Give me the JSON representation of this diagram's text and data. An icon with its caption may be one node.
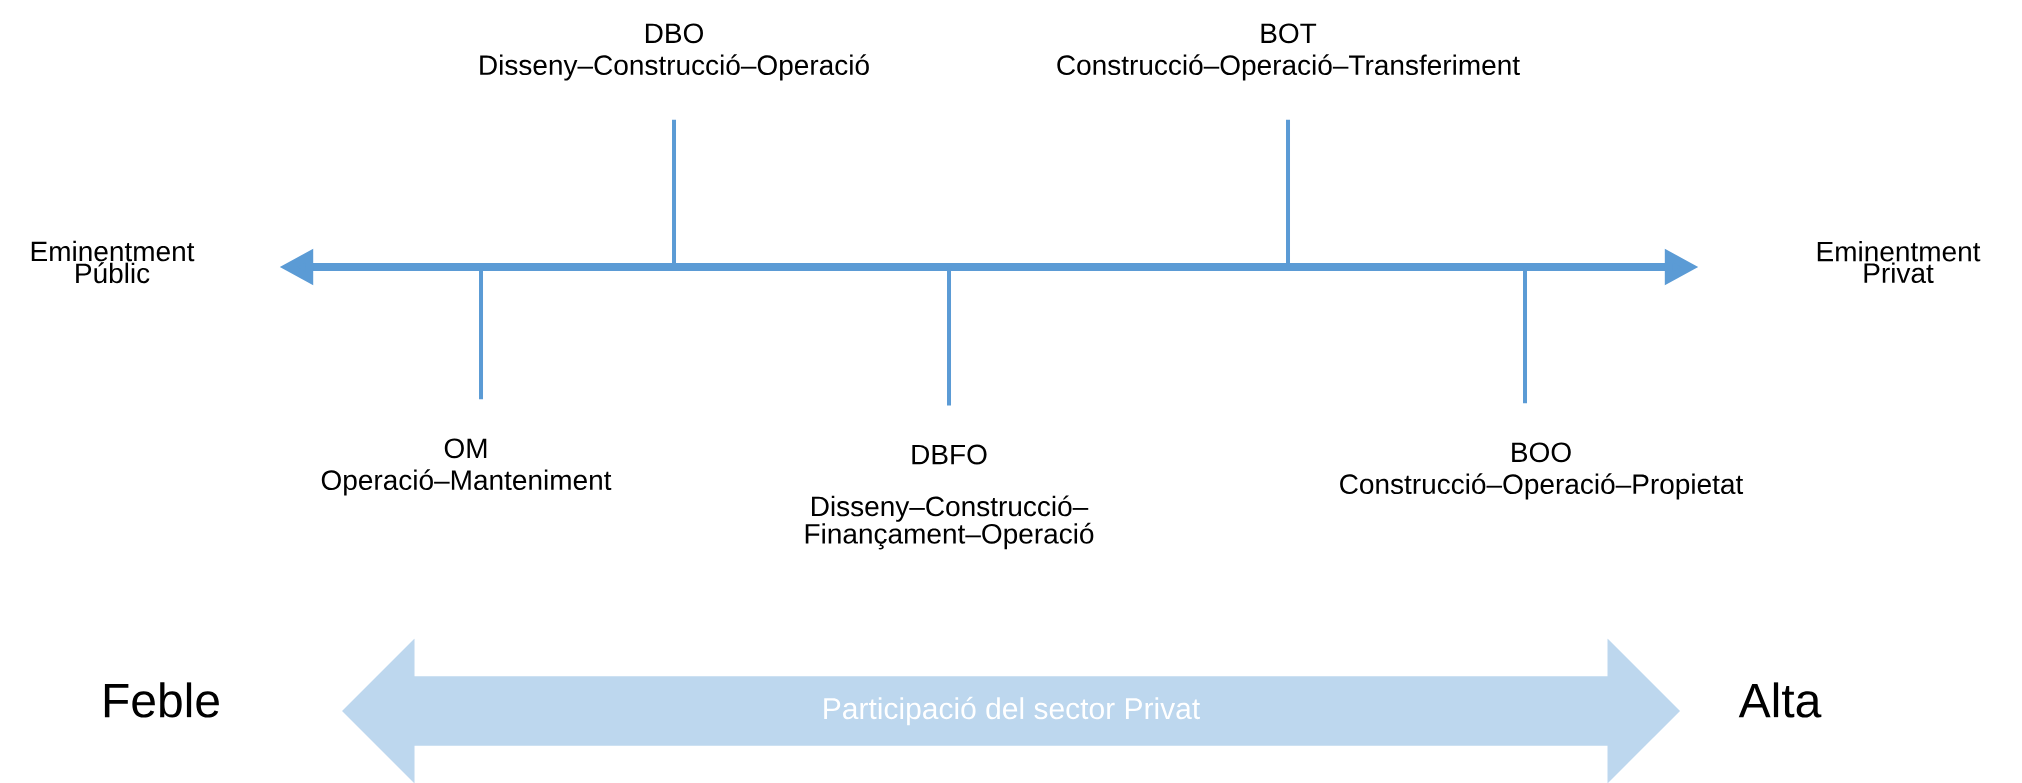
{
  "diagram": {
    "nodes": [
      {
        "text": [
          "Eminentment Públic"
        ]
      },
      {
        "text": [
          "Eminentment Privat"
        ]
      },
      {
        "text": [
          "DBO",
          "Disseny–Construcció–Operació"
        ]
      },
      {
        "text": [
          "BOT",
          "Construcció–Operació–Transferiment"
        ]
      },
      {
        "text": [
          "OM",
          "Operació–Manteniment"
        ]
      },
      {
        "text": [
          "DBFO",
          "Disseny–Construcció– Finançament–Operació"
        ]
      },
      {
        "text": [
          "BOO",
          "Construcció–Operació–Propietat"
        ]
      },
      {
        "text": [
          "Participació del sector Privat"
        ]
      }
    ],
    "edges": [
      {
        "from": 0,
        "to": 1,
        "arrow": "both",
        "style": "thick"
      },
      {
        "from": 2,
        "to": null,
        "arrow": "none"
      },
      {
        "from": 3,
        "to": null,
        "arrow": "none"
      },
      {
        "from": 4,
        "to": null,
        "arrow": "none"
      },
      {
        "from": 5,
        "to": null,
        "arrow": "none"
      },
      {
        "from": 6,
        "to": null,
        "arrow": "none"
      }
    ],
    "labels": [
      "Feble",
      "Alta"
    ]
  }
}
